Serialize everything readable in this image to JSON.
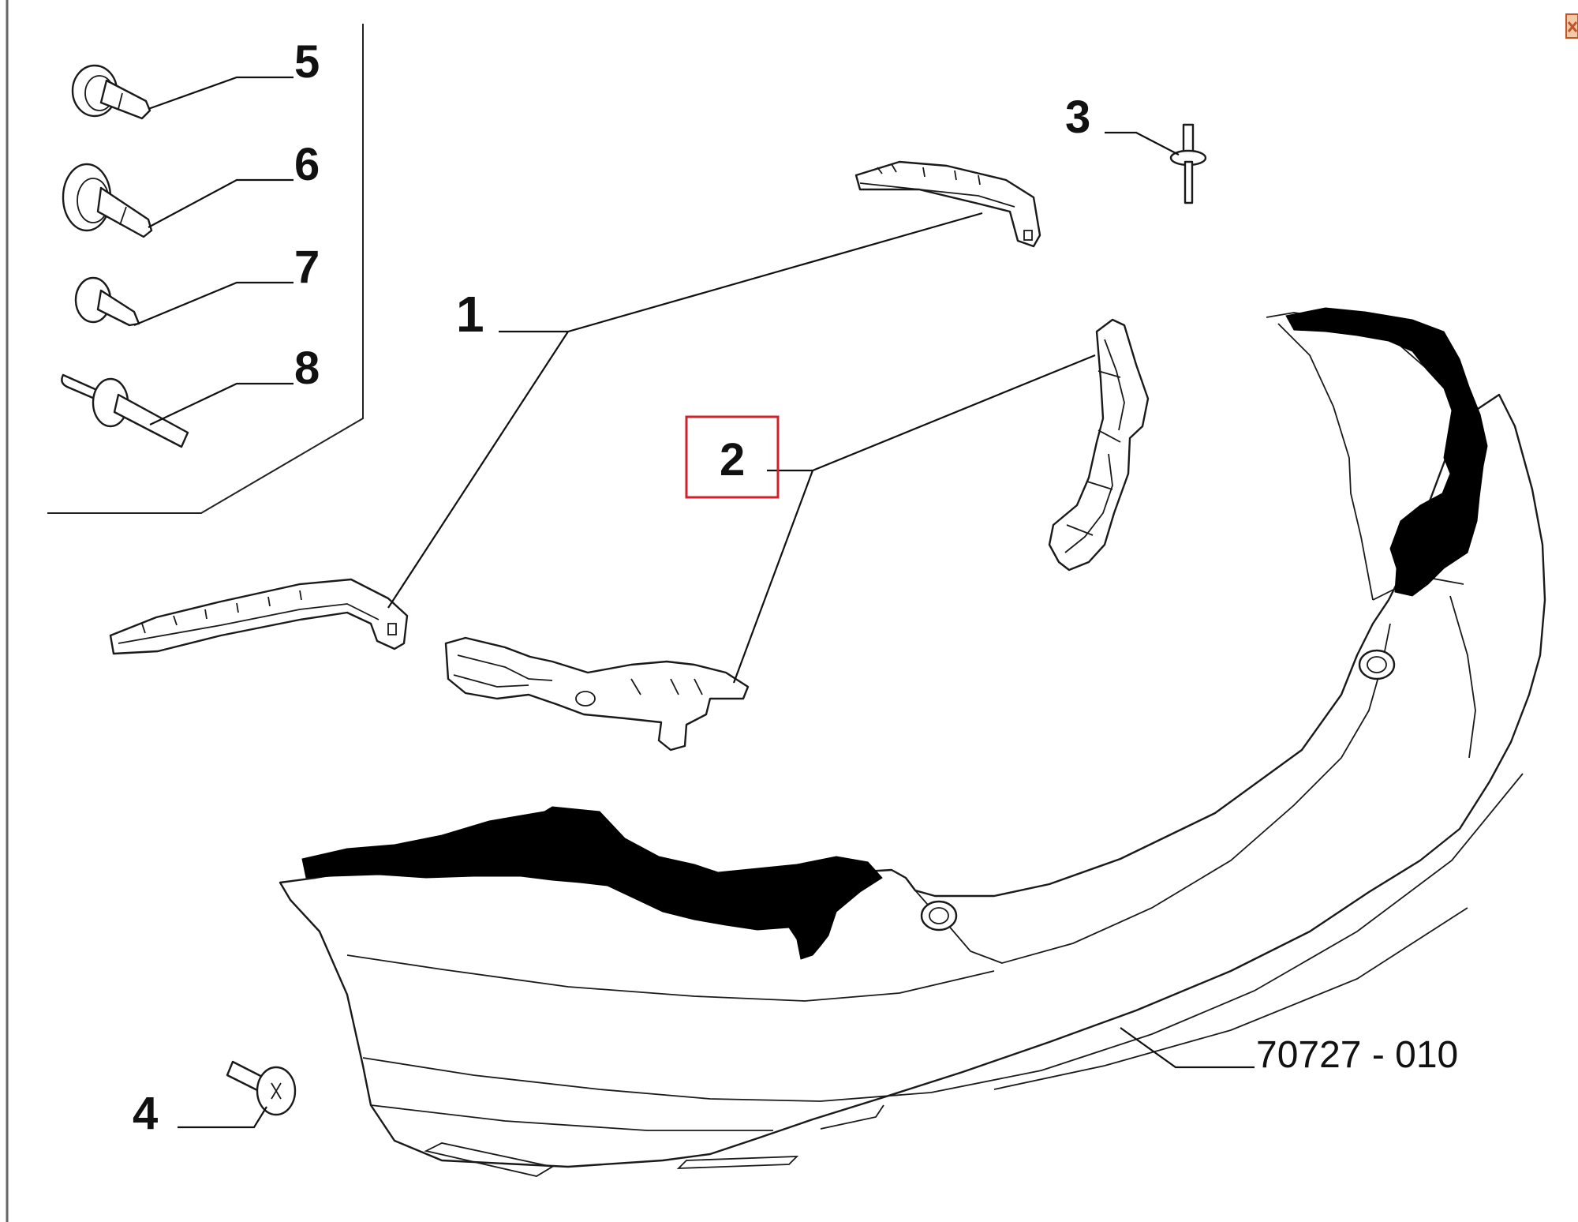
{
  "callouts": {
    "c1": "1",
    "c2": "2",
    "c3": "3",
    "c4": "4",
    "c5": "5",
    "c6": "6",
    "c7": "7",
    "c8": "8"
  },
  "drawing_code": "70727 - 010",
  "highlight_color": "#d0202a",
  "icons": {
    "corner": "close-icon"
  }
}
